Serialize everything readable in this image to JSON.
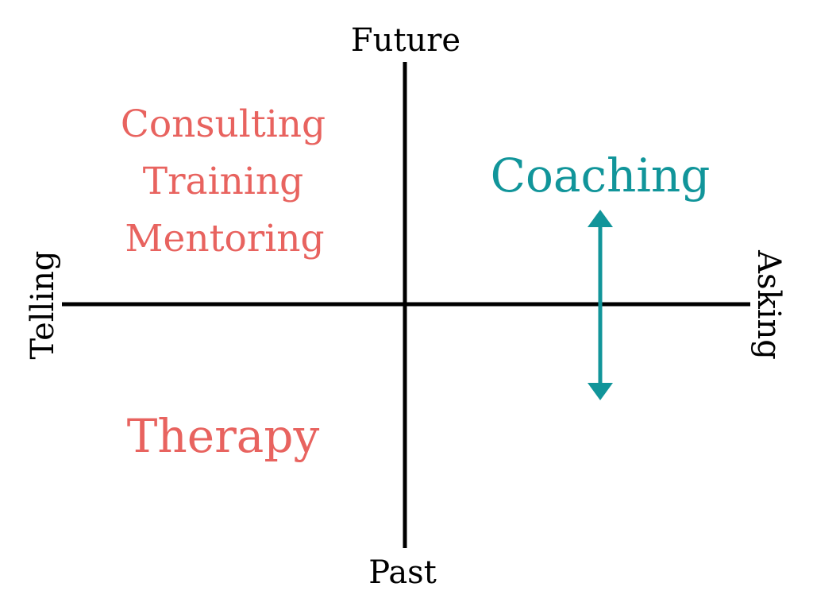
{
  "axes": {
    "top": "Future",
    "bottom": "Past",
    "left": "Telling",
    "right": "Asking"
  },
  "quadrants": {
    "upper_left": {
      "color": "#e8635f",
      "items": [
        "Consulting",
        "Training",
        "Mentoring"
      ]
    },
    "upper_right": {
      "color": "#11959a",
      "items": [
        "Coaching"
      ]
    },
    "lower_left": {
      "color": "#e8635f",
      "items": [
        "Therapy"
      ]
    }
  },
  "connectors": [
    {
      "name": "coaching-range-arrow",
      "direction": "bidirectional-vertical",
      "color": "#11959a"
    }
  ],
  "colors": {
    "axis": "#000000",
    "accent_red": "#e8635f",
    "accent_teal": "#11959a"
  }
}
